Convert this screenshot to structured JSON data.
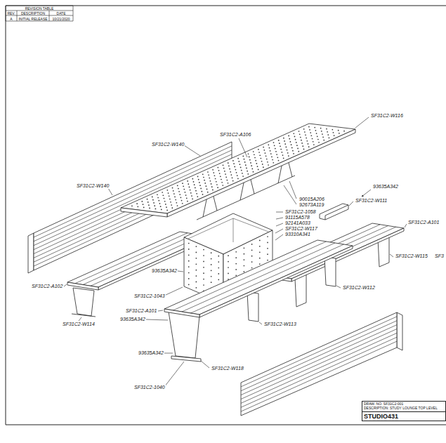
{
  "diagram": {
    "nodes": [
      {
        "text": [
          "DRAW. NO. SF31C2-001",
          "DESCRIPTION: STUDY LOUNGE TOP LEVEL",
          "STUDIO431"
        ]
      }
    ],
    "labels": [
      "REVISION TABLE",
      "REV.",
      "DESCRIPTION",
      "DATE",
      "A",
      "INITIAL RELEASE",
      "10/21/2020",
      "SF31C2-A106",
      "SF31C2-W116",
      "SF31C2-W140",
      "90015A206",
      "92673A119",
      "93635A342",
      "SF31C2-W111",
      "SF31C2-W140",
      "SF31C2-1058",
      "91115A578",
      "92141A033",
      "SF31C2-W117",
      "93310A341",
      "SF31C2-A101",
      "SF31C2-W115",
      "SF3",
      "SF31C2-A102",
      "SF31C2-1043",
      "93635A342",
      "SF31C2-A101",
      "93635A342",
      "SF31C2-W114",
      "SF31C2-W112",
      "SF31C2-W113",
      "93635A342",
      "SF31C2-W118",
      "SF31C2-1040"
    ]
  }
}
